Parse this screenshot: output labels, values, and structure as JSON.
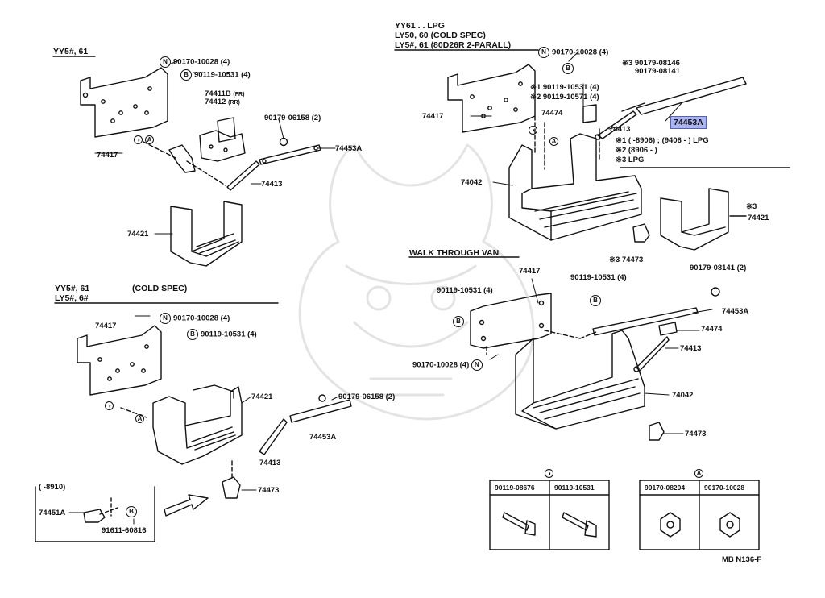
{
  "sections": {
    "top_left": "YY5#, 61",
    "top_right_1": "YY61 . . LPG",
    "top_right_2": "LY50, 60 (COLD SPEC)",
    "top_right_3": "LY5#, 61 (80D26R 2-PARALL)",
    "mid_left_1": "YY5#, 61",
    "mid_left_cold": "(COLD SPEC)",
    "mid_left_2": "LY5#, 6#",
    "walk_through": "WALK THROUGH VAN",
    "inset": "(      -8910)"
  },
  "parts": {
    "p74417": "74417",
    "p74411B": "74411B",
    "p74411B_tag": "(FR)",
    "p74412": "74412",
    "p74412_tag": "(RR)",
    "p74413": "74413",
    "p74453A": "74453A",
    "p74421": "74421",
    "p74042": "74042",
    "p74474": "74474",
    "p74473": "74473",
    "p74451A": "74451A",
    "n90170_10028_4": "90170-10028 (4)",
    "n90119_10531_4": "90119-10531 (4)",
    "n90179_06158_2": "90179-06158 (2)",
    "n90179_08146": "90179-08146",
    "n90179_08141": "90179-08141",
    "n90179_08141_2": "90179-08141 (2)",
    "n90119_10571_4": "90119-10571 (4)",
    "n91611_60816": "91611-60816",
    "star1": "※1",
    "star2": "※2",
    "star3": "※3"
  },
  "notes": {
    "line1": "※1 (      -8906) ; (9406 -        ) LPG",
    "line2": "※2 (8906 -        )",
    "line3": "※3 LPG",
    "star3_74421": "※3",
    "star3_74473": "※3"
  },
  "table": {
    "half_circle_header": "◑",
    "nut_header": "Ⓐ",
    "col1": "90119-08676",
    "col2": "90119-10531",
    "col3": "90170-08204",
    "col4": "90170-10028"
  },
  "markers": {
    "N": "N",
    "B": "B",
    "A": "A"
  },
  "footer": "MB  N136-F",
  "highlight_color": "#a9b4f0"
}
